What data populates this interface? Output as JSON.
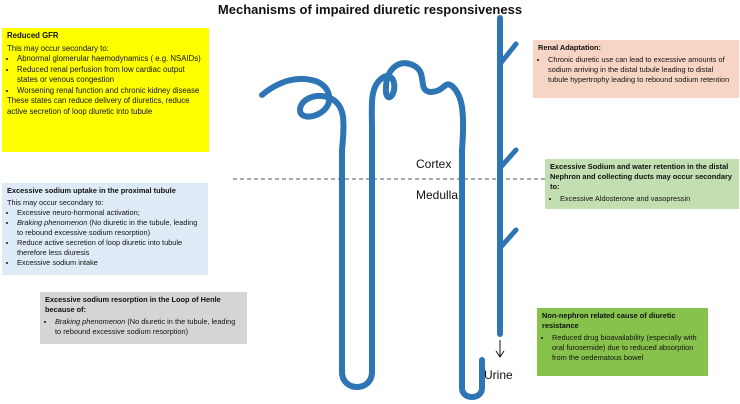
{
  "title": "Mechanisms of impaired diuretic responsiveness",
  "labels": {
    "cortex": "Cortex",
    "medulla": "Medulla",
    "urine": "Urine"
  },
  "boxes": {
    "reduced_gfr": {
      "heading": "Reduced GFR",
      "intro": "This may occur secondary to:",
      "items": [
        "Abnormal glomerular haemodynamics ( e.g. NSAIDs)",
        "Reduced renal perfusion from low cardiac output states or venous congestion",
        "Worsening renal function and chronic kidney disease"
      ],
      "footer": "These states can reduce delivery of diuretics, reduce active secretion of loop diuretic into tubule",
      "color": "#ffff00"
    },
    "renal_adaptation": {
      "heading": "Renal Adaptation:",
      "items": [
        "Chronic diuretic use can lead to excessive amounts of sodium arriving in the distal tubule leading to distal tubule hypertrophy leading to rebound sodium retention"
      ],
      "color": "#f7d5c4"
    },
    "distal_retention": {
      "heading": "Excessive Sodium and water retention in the distal Nephron and collecting ducts may occur secondary to:",
      "items": [
        "Excessive Aldosterone and vasopressin"
      ],
      "color": "#c3dfb2"
    },
    "proximal_uptake": {
      "heading": "Excessive sodium uptake in the proximal tubule",
      "intro": "This may occur secondary to:",
      "items": [
        {
          "pre": "Excessive neuro-hormonal activation;",
          "em": "",
          "post": ""
        },
        {
          "pre": "",
          "em": "Braking phenomenon",
          "post": " (No diuretic in the tubule, leading to rebound excessive sodium resorption)"
        },
        {
          "pre": "Reduce active secretion of loop diuretic into tubule therefore less diuresis",
          "em": "",
          "post": ""
        },
        {
          "pre": "Excessive sodium intake",
          "em": "",
          "post": ""
        }
      ],
      "color": "#deebf7"
    },
    "loop_of_henle": {
      "heading": "Excessive sodium resorption in the Loop of Henle because of:",
      "items": [
        {
          "em": "Braking phenomenon",
          "post": " (No diuretic in the tubule, leading to rebound excessive sodium resorption)"
        }
      ],
      "color": "#d5d5d5"
    },
    "non_nephron": {
      "heading": "Non-nephron related cause of diuretic resistance",
      "items": [
        "Reduced drug bioavailability (especially with oral furosemide) due to reduced absorption from the oedematous bowel"
      ],
      "color": "#86c24c"
    }
  },
  "colors": {
    "nephron": "#2e75b6",
    "divider": "#555555"
  }
}
